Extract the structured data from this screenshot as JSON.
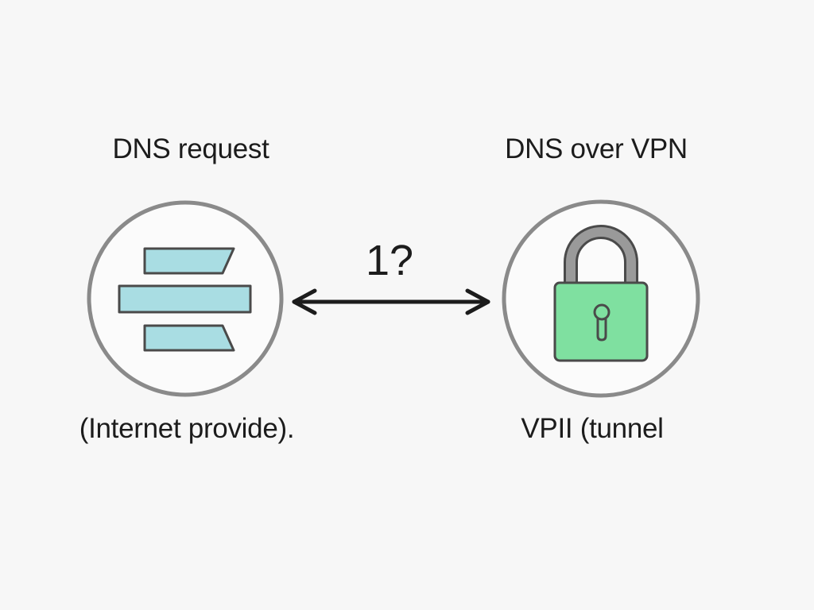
{
  "left_node": {
    "title": "DNS request",
    "caption": "(Internet provide).",
    "icon": "server-stack-icon"
  },
  "right_node": {
    "title": "DNS over VPN",
    "caption": "VPII (tunnel",
    "icon": "padlock-icon"
  },
  "connector": {
    "label": "1?",
    "direction": "bidirectional"
  },
  "colors": {
    "background": "#f7f7f7",
    "circle_stroke": "#8a8a8a",
    "bar_fill": "#a9dde3",
    "lock_body": "#7fe0a0",
    "lock_shackle": "#9a9a9a",
    "outline": "#4a4a4a"
  }
}
